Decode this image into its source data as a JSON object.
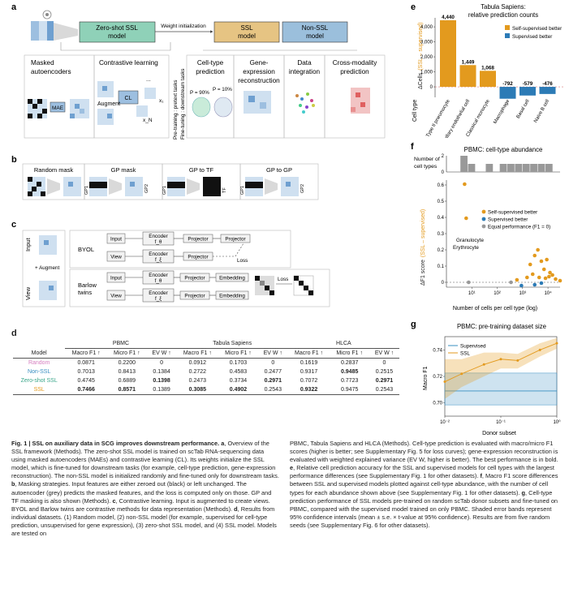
{
  "panel_labels": {
    "a": "a",
    "b": "b",
    "c": "c",
    "d": "d",
    "e": "e",
    "f": "f",
    "g": "g"
  },
  "panel_a": {
    "zero_shot_box": "Zero-shot SSL\nmodel",
    "weight_init": "Weight initialization",
    "ssl_box": "SSL\nmodel",
    "non_ssl_box": "Non-SSL\nmodel",
    "masked_autoencoders": "Masked\nautoencoders",
    "contrastive_learning": "Contrastive learning",
    "mae_label": "MAE",
    "cl_label": "CL",
    "augment_label": "Augment",
    "x1": "x₁",
    "xN": "x_N",
    "ellipsis": "...",
    "pretraining_note": "Pre-training : pretext tasks",
    "finetuning_note": "Fine-tuning : downstream tasks",
    "celltype_title": "Cell-type\nprediction",
    "p90": "P = 90%",
    "p10": "P = 10%",
    "gene_expr_title": "Gene-\nexpression\nreconstruction",
    "data_integration_title": "Data\nintegration",
    "cross_modality_title": "Cross-modality\nprediction"
  },
  "panel_b": {
    "random_mask": "Random mask",
    "gp_mask": "GP mask",
    "gp_to_tf": "GP to TF",
    "gp_to_gp": "GP to GP",
    "gp1": "GP1",
    "gp2": "GP2",
    "tf": "TF"
  },
  "panel_c": {
    "input": "Input",
    "view": "View",
    "augment": "+ Augment",
    "byol": "BYOL",
    "barlow": "Barlow\ntwins",
    "encoder_theta": "Encoder\nf_θ",
    "encoder_xi": "Encoder\nf_ξ",
    "projector": "Projector",
    "embedding": "Embedding",
    "loss": "Loss"
  },
  "table_d": {
    "model_header": "Model",
    "groups": [
      "PBMC",
      "Tabula Sapiens",
      "HLCA"
    ],
    "metrics": [
      "Macro F1 ↑",
      "Micro F1 ↑",
      "EV W ↑",
      "Macro F1 ↑",
      "Micro F1 ↑",
      "EV W ↑",
      "Macro F1 ↑",
      "Micro F1 ↑",
      "EV W ↑"
    ],
    "rows": [
      {
        "name": "Random",
        "color": "#d67fc0",
        "values": [
          "0.0871",
          "0.2200",
          "0",
          "0.0912",
          "0.1703",
          "0",
          "0.1619",
          "0.2837",
          "0"
        ],
        "bold": []
      },
      {
        "name": "Non-SSL",
        "color": "#3a8fc2",
        "values": [
          "0.7013",
          "0.8413",
          "0.1384",
          "0.2722",
          "0.4583",
          "0.2477",
          "0.9317",
          "0.9485",
          "0.2515"
        ],
        "bold": [
          7
        ]
      },
      {
        "name": "Zero-shot SSL",
        "color": "#3aa68a",
        "values": [
          "0.4745",
          "0.6889",
          "0.1398",
          "0.2473",
          "0.3734",
          "0.2971",
          "0.7072",
          "0.7723",
          "0.2971"
        ],
        "bold": [
          2,
          5,
          8
        ]
      },
      {
        "name": "SSL",
        "color": "#e39a1e",
        "values": [
          "0.7466",
          "0.8571",
          "0.1389",
          "0.3085",
          "0.4902",
          "0.2543",
          "0.9322",
          "0.9475",
          "0.2543"
        ],
        "bold": [
          0,
          1,
          3,
          4,
          6
        ]
      }
    ]
  },
  "panel_e": {
    "title": "Tabula Sapiens:\nrelative prediction counts",
    "ylabel_parts": [
      "ΔCells",
      "(SSL – supervised)"
    ],
    "xaxis_title": "Cell type",
    "legend": [
      "Self-supervised better",
      "Supervised better"
    ]
  },
  "panel_f": {
    "title": "PBMC: cell-type abundance",
    "top_ylabel": "Number of\ncell types",
    "ylabel_parts": [
      "ΔF1 score",
      "(SSL – supervised)"
    ],
    "xlabel": "Number of cells per cell type (log)",
    "legend": [
      "Self-supervised better",
      "Supervised better",
      "Equal performance (F1 = 0)"
    ],
    "annotations": [
      "Granulocyte",
      "Erythrocyte"
    ]
  },
  "panel_g": {
    "title": "PBMC: pre-training dataset size",
    "ylabel": "Macro F1",
    "xlabel": "Donor subset",
    "legend": [
      "Supervised",
      "SSL"
    ]
  },
  "chart_data": [
    {
      "type": "bar",
      "title": "Tabula Sapiens:\nrelative prediction counts",
      "xlabel": "Cell type",
      "ylabel": "ΔCells (SSL – supervised)",
      "categories": [
        "Type II pneumocyte",
        "Capillary endothelial cell",
        "Classical monocyte",
        "Macrophage",
        "Basal cell",
        "Naive B cell"
      ],
      "values": [
        4440,
        1449,
        1068,
        -792,
        -579,
        -476
      ],
      "value_labels": [
        "4,440",
        "1,449",
        "1,068",
        "-792",
        "-579",
        "-476"
      ],
      "ylim": [
        -700,
        4600
      ],
      "yticks": [
        0,
        1000,
        2000,
        3000,
        4000
      ],
      "ytick_labels": [
        "0",
        "1,000",
        "2,000",
        "3,000",
        "4,000"
      ],
      "colors": {
        "positive": "#e39a1e",
        "negative": "#2c7bb6"
      }
    },
    {
      "type": "bar",
      "title": "PBMC: cell-type abundance",
      "ylabel": "Number of cell types",
      "xscale": "log",
      "bins": [
        {
          "x": [
            0.55,
            0.85
          ],
          "count": 2
        },
        {
          "x": [
            0.85,
            1.15
          ],
          "count": 1
        },
        {
          "x": [
            1.55,
            1.85
          ],
          "count": 1
        },
        {
          "x": [
            2.1,
            2.4
          ],
          "count": 1
        },
        {
          "x": [
            2.4,
            2.7
          ],
          "count": 1
        },
        {
          "x": [
            2.7,
            3.0
          ],
          "count": 1
        },
        {
          "x": [
            3.0,
            3.3
          ],
          "count": 1
        },
        {
          "x": [
            3.3,
            3.6
          ],
          "count": 1
        },
        {
          "x": [
            3.6,
            3.9
          ],
          "count": 1
        },
        {
          "x": [
            3.9,
            4.2
          ],
          "count": 1
        }
      ],
      "yticks": [
        0,
        2
      ]
    },
    {
      "type": "scatter",
      "title": "",
      "xlabel": "Number of cells per cell type (log)",
      "ylabel": "ΔF1 score (SSL – supervised)",
      "xscale": "log",
      "xlim": [
        1,
        30000
      ],
      "ylim": [
        -0.03,
        0.63
      ],
      "xticks": [
        10,
        100,
        1000,
        10000
      ],
      "xtick_labels": [
        "10¹",
        "10²",
        "10³",
        "10⁴"
      ],
      "yticks": [
        0,
        0.1,
        0.2,
        0.3,
        0.4,
        0.5,
        0.6
      ],
      "ytick_labels": [
        "0",
        "0.1",
        "0.2",
        "0.3",
        "0.4",
        "0.5",
        "0.6"
      ],
      "series": [
        {
          "name": "Self-supervised better",
          "color": "#e39a1e",
          "points": [
            [
              5.2,
              0.605
            ],
            [
              6,
              0.395
            ],
            [
              2000,
              0.11
            ],
            [
              3000,
              0.165
            ],
            [
              4000,
              0.2
            ],
            [
              5500,
              0.13
            ],
            [
              7000,
              0.08
            ],
            [
              9000,
              0.14
            ],
            [
              12000,
              0.06
            ],
            [
              2500,
              0.05
            ],
            [
              15000,
              0.045
            ],
            [
              20000,
              0.02
            ],
            [
              4500,
              0.03
            ],
            [
              8000,
              0.025
            ],
            [
              600,
              0.015
            ],
            [
              30000,
              0.01
            ],
            [
              1500,
              0.03
            ],
            [
              11000,
              0.035
            ]
          ]
        },
        {
          "name": "Supervised better",
          "color": "#2c7bb6",
          "points": [
            [
              900,
              -0.02
            ],
            [
              3000,
              -0.015
            ],
            [
              5500,
              -0.005
            ]
          ]
        },
        {
          "name": "Equal performance (F1 = 0)",
          "color": "#999999",
          "points": [
            [
              7.5,
              0
            ],
            [
              350,
              0
            ]
          ]
        }
      ]
    },
    {
      "type": "line",
      "title": "PBMC: pre-training dataset size",
      "xlabel": "Donor subset",
      "ylabel": "Macro F1",
      "xscale": "log",
      "xlim": [
        0.01,
        1
      ],
      "ylim": [
        0.69,
        0.75
      ],
      "xticks": [
        0.01,
        0.1,
        1
      ],
      "xtick_labels": [
        "10⁻²",
        "10⁻¹",
        "10⁰"
      ],
      "yticks": [
        0.7,
        0.72,
        0.74
      ],
      "ytick_labels": [
        "0.70",
        "0.72",
        "0.74"
      ],
      "series": [
        {
          "name": "Supervised",
          "color": "#3a8fc2",
          "x": [
            0.01,
            1
          ],
          "values": [
            0.709,
            0.709
          ],
          "ci_low": [
            0.6985,
            0.6985
          ],
          "ci_high": [
            0.7225,
            0.7225
          ]
        },
        {
          "name": "SSL",
          "color": "#e39a1e",
          "x": [
            0.01,
            0.02,
            0.05,
            0.1,
            0.2,
            0.5,
            1.0
          ],
          "values": [
            0.716,
            0.722,
            0.729,
            0.733,
            0.732,
            0.74,
            0.745
          ],
          "ci_low": [
            0.703,
            0.712,
            0.72,
            0.726,
            0.726,
            0.735,
            0.741
          ],
          "ci_high": [
            0.733,
            0.733,
            0.738,
            0.738,
            0.737,
            0.745,
            0.749
          ]
        }
      ]
    }
  ],
  "caption": {
    "fig_title": "Fig. 1 | SSL on auxiliary data in SCG improves downstream performance.",
    "a_letter": "a",
    "a_text": ", Overview of the SSL framework (Methods). The zero-shot SSL model is trained on scTab RNA-sequencing data using masked autoencoders (MAEs) and contrastive learning (CL). Its weights initialize the SSL model, which is fine-tuned for downstream tasks (for example, cell-type prediction, gene-expression reconstruction). The non-SSL model is initialized randomly and fine-tuned only for downstream tasks. ",
    "b_letter": "b",
    "b_text": ", Masking strategies. Input features are either zeroed out (black) or left unchanged. The autoencoder (grey) predicts the masked features, and the loss is computed only on those. GP and TF masking is also shown (Methods). ",
    "c_letter": "c",
    "c_text": ", Contrastive learning. Input is augmented to create views. BYOL and Barlow twins are contrastive methods for data representation (Methods). ",
    "d_letter": "d",
    "d_text": ", Results from individual datasets. (1) Random model, (2) non-SSL model (for example, supervised for cell-type prediction, unsupervised for gene expression), (3) zero-shot SSL model, and (4) SSL model. Models are tested on",
    "right_text_1": "PBMC, Tabula Sapiens and HLCA (Methods). Cell-type prediction is evaluated with macro/micro F1 scores (higher is better; see Supplementary Fig. 5 for loss curves); gene-expression reconstruction is evaluated with weighted explained variance (EV W, higher is better). The best performance is in bold. ",
    "e_letter": "e",
    "e_text": ", Relative cell prediction accuracy for the SSL and supervised models for cell types with the largest performance differences (see Supplementary Fig. 1 for other datasets). ",
    "f_letter": "f",
    "f_text": ", Macro F1 score differences between SSL and supervised models plotted against cell-type abundance, with the number of cell types for each abundance shown above (see Supplementary Fig. 1 for other datasets). ",
    "g_letter": "g",
    "g_text": ", Cell-type prediction performance of SSL models pre-trained on random scTab donor subsets and fine-tuned on PBMC, compared with the supervised model trained on only PBMC. Shaded error bands represent 95% confidence intervals (mean ± s.e. × t-value at 95% confidence). Results are from five random seeds (see Supplementary Fig. 6 for other datasets)."
  }
}
